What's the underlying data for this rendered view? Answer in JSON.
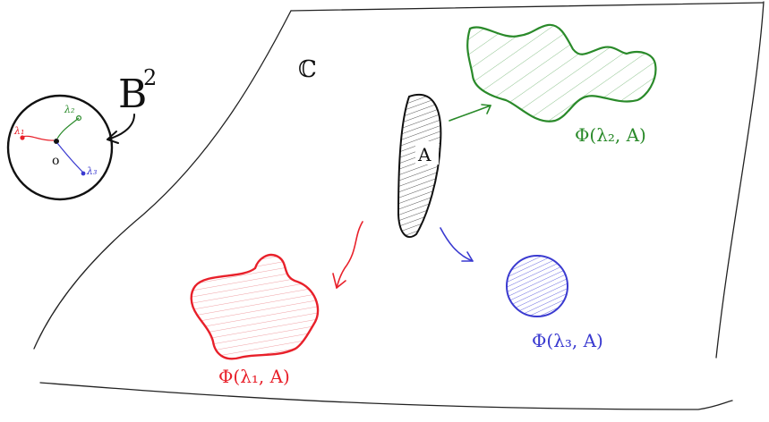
{
  "plane_label": "ℂ",
  "ball": {
    "label": "B",
    "superscript": "2",
    "origin_label": "o",
    "points": [
      {
        "label": "λ₁",
        "color": "#e8202a"
      },
      {
        "label": "λ₂",
        "color": "#2a8a2a"
      },
      {
        "label": "λ₃",
        "color": "#3a3ad0"
      }
    ]
  },
  "set": {
    "label": "A",
    "color": "#111111"
  },
  "images": [
    {
      "label": "Φ(λ₁, A)",
      "color": "#e8202a"
    },
    {
      "label": "Φ(λ₂, A)",
      "color": "#2a8a2a"
    },
    {
      "label": "Φ(λ₃, A)",
      "color": "#3a3ad0"
    }
  ]
}
